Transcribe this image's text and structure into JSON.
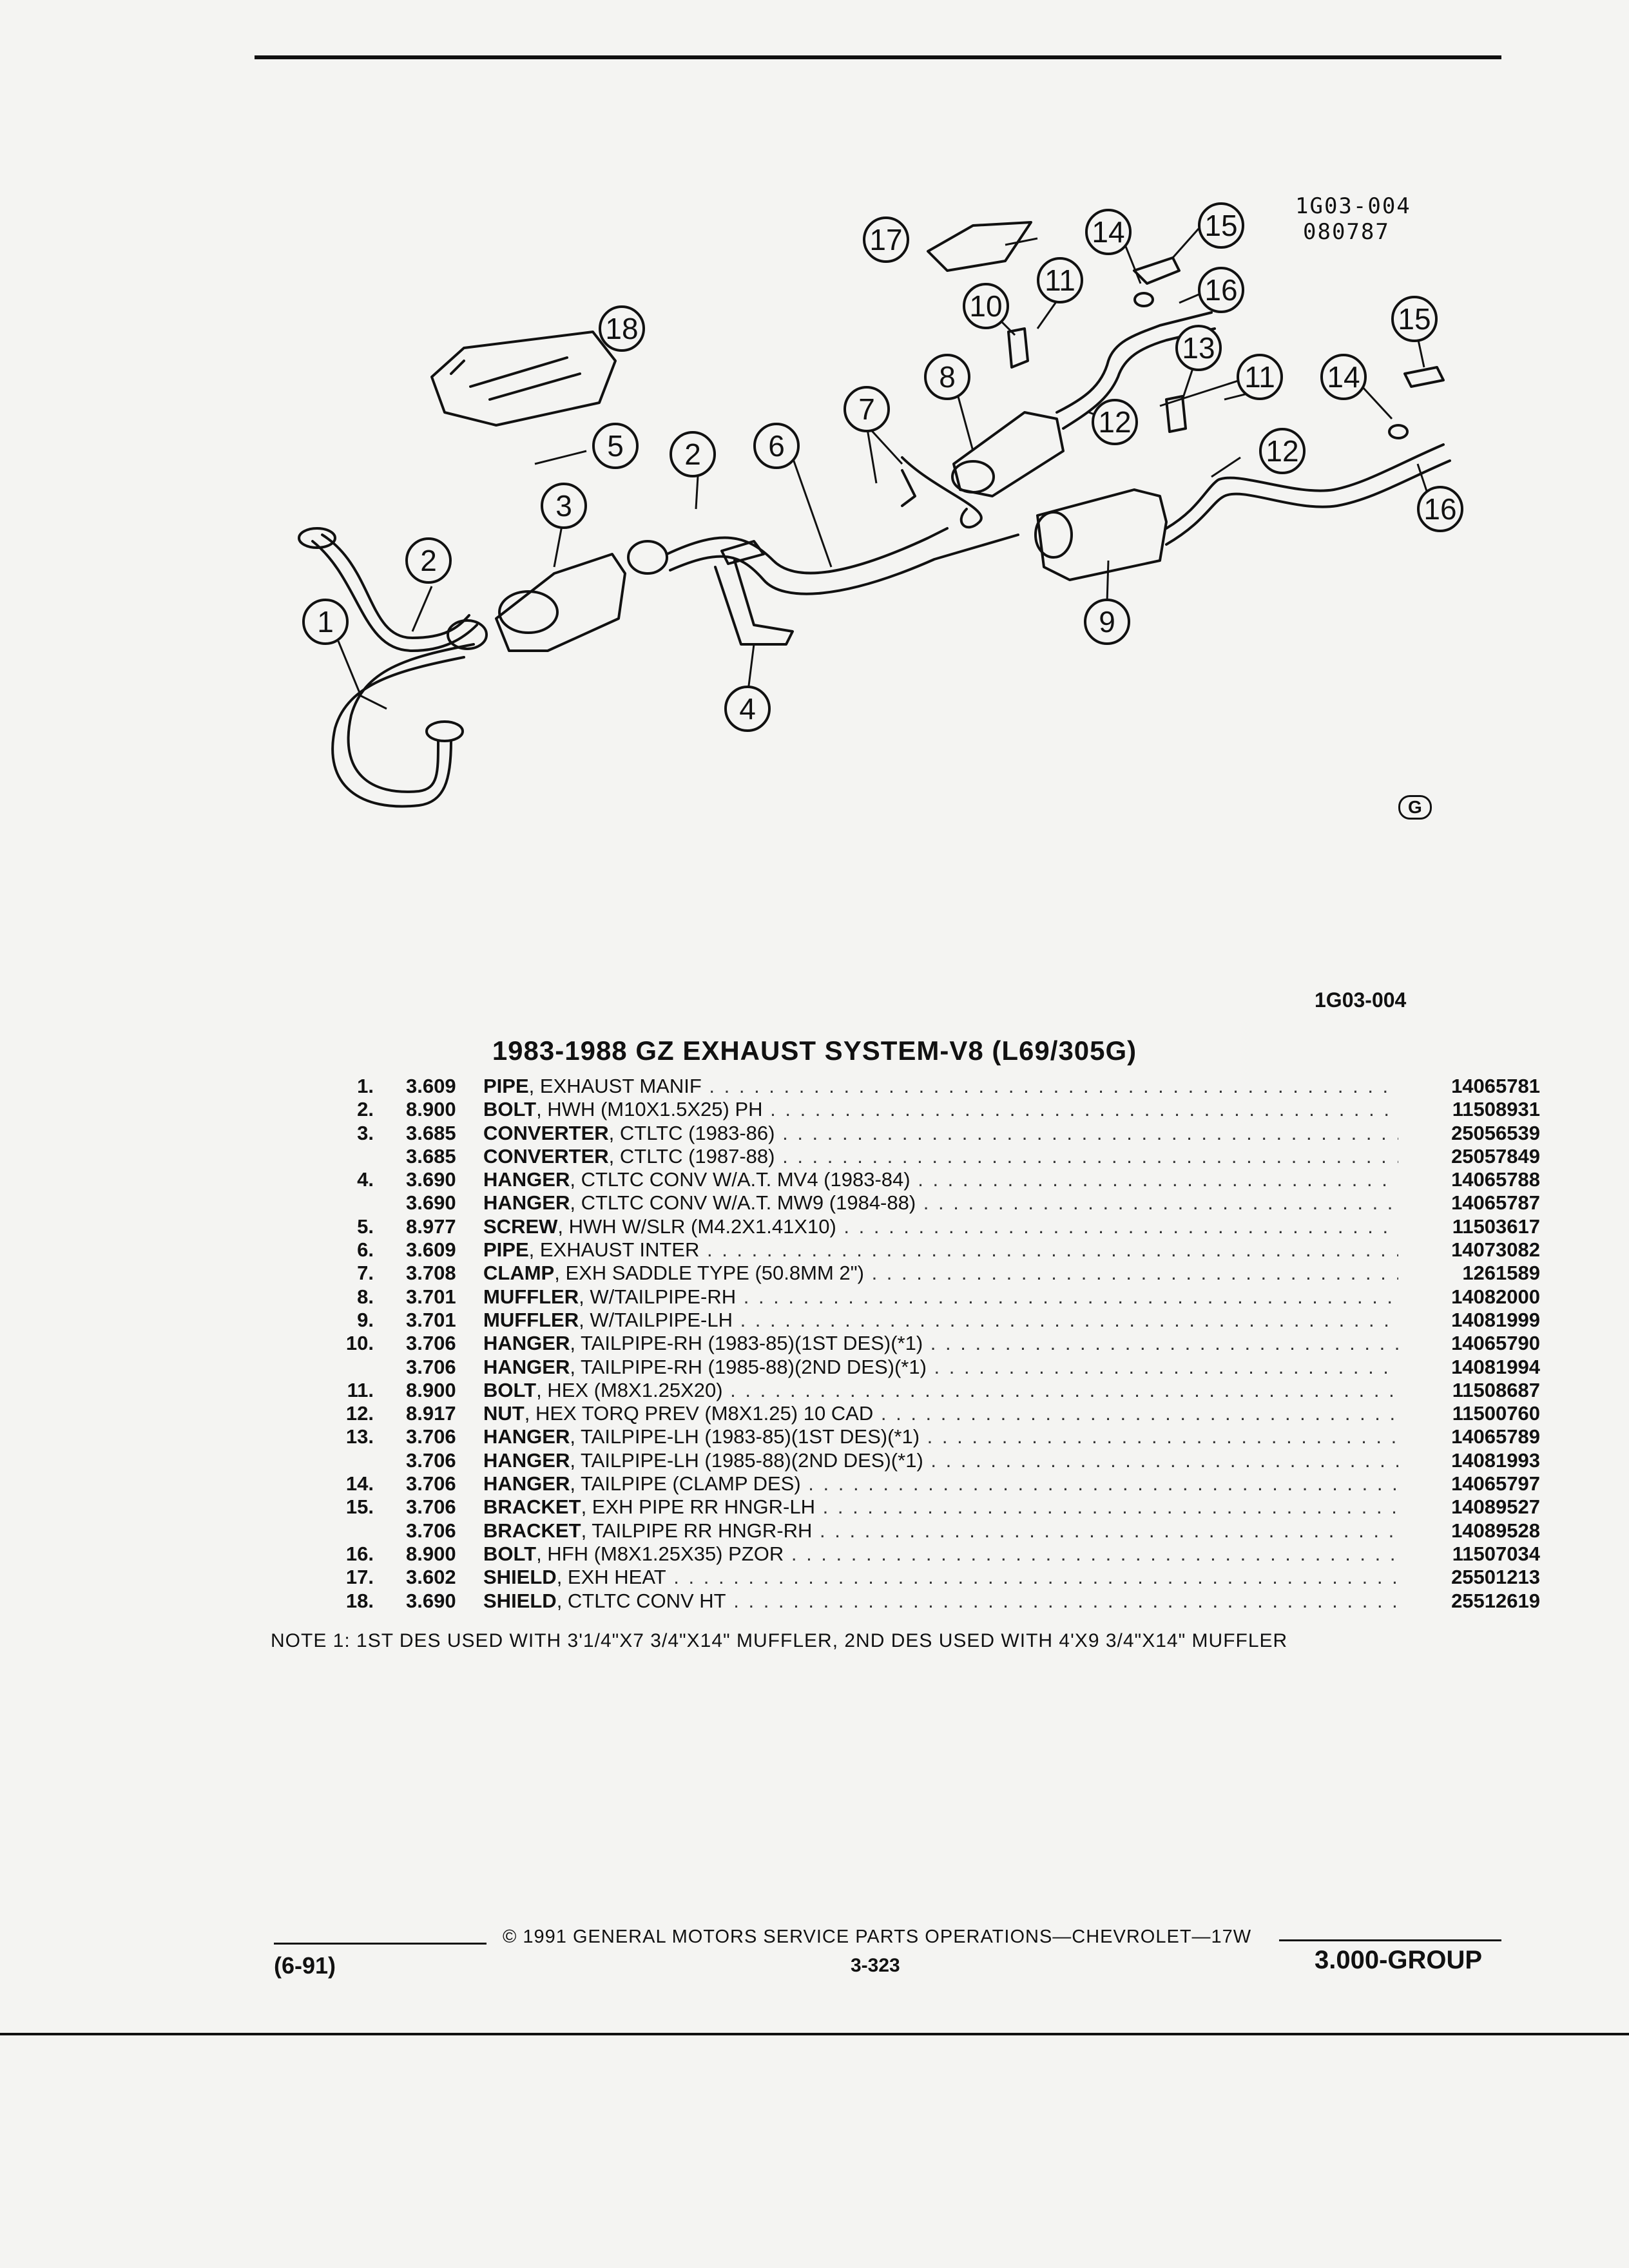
{
  "diagram": {
    "code_top": [
      "1G03-004",
      "080787"
    ],
    "code_mid": "1G03-004",
    "logo_text": "G",
    "callouts": [
      "1",
      "2",
      "2",
      "3",
      "4",
      "5",
      "6",
      "7",
      "8",
      "9",
      "10",
      "11",
      "11",
      "12",
      "12",
      "13",
      "14",
      "14",
      "15",
      "15",
      "16",
      "16",
      "17",
      "18"
    ]
  },
  "title": "1983-1988 GZ EXHAUST SYSTEM-V8 (L69/305G)",
  "parts": [
    {
      "num": "1.",
      "code": "3.609",
      "name": "PIPE",
      "desc": ", EXHAUST MANIF",
      "pn": "14065781"
    },
    {
      "num": "2.",
      "code": "8.900",
      "name": "BOLT",
      "desc": ", HWH (M10X1.5X25) PH",
      "pn": "11508931"
    },
    {
      "num": "3.",
      "code": "3.685",
      "name": "CONVERTER",
      "desc": ", CTLTC (1983-86)",
      "pn": "25056539"
    },
    {
      "num": "",
      "code": "3.685",
      "name": "CONVERTER",
      "desc": ", CTLTC (1987-88)",
      "pn": "25057849"
    },
    {
      "num": "4.",
      "code": "3.690",
      "name": "HANGER",
      "desc": ", CTLTC CONV W/A.T. MV4 (1983-84)",
      "pn": "14065788"
    },
    {
      "num": "",
      "code": "3.690",
      "name": "HANGER",
      "desc": ", CTLTC CONV W/A.T. MW9 (1984-88)",
      "pn": "14065787"
    },
    {
      "num": "5.",
      "code": "8.977",
      "name": "SCREW",
      "desc": ", HWH W/SLR (M4.2X1.41X10)",
      "pn": "11503617"
    },
    {
      "num": "6.",
      "code": "3.609",
      "name": "PIPE",
      "desc": ", EXHAUST INTER",
      "pn": "14073082"
    },
    {
      "num": "7.",
      "code": "3.708",
      "name": "CLAMP",
      "desc": ", EXH SADDLE TYPE (50.8MM 2\")",
      "pn": "1261589"
    },
    {
      "num": "8.",
      "code": "3.701",
      "name": "MUFFLER",
      "desc": ", W/TAILPIPE-RH",
      "pn": "14082000"
    },
    {
      "num": "9.",
      "code": "3.701",
      "name": "MUFFLER",
      "desc": ", W/TAILPIPE-LH",
      "pn": "14081999"
    },
    {
      "num": "10.",
      "code": "3.706",
      "name": "HANGER",
      "desc": ", TAILPIPE-RH (1983-85)(1ST DES)(*1)",
      "pn": "14065790"
    },
    {
      "num": "",
      "code": "3.706",
      "name": "HANGER",
      "desc": ", TAILPIPE-RH (1985-88)(2ND DES)(*1)",
      "pn": "14081994"
    },
    {
      "num": "11.",
      "code": "8.900",
      "name": "BOLT",
      "desc": ", HEX (M8X1.25X20)",
      "pn": "11508687"
    },
    {
      "num": "12.",
      "code": "8.917",
      "name": "NUT",
      "desc": ", HEX TORQ PREV (M8X1.25) 10 CAD",
      "pn": "11500760"
    },
    {
      "num": "13.",
      "code": "3.706",
      "name": "HANGER",
      "desc": ", TAILPIPE-LH (1983-85)(1ST DES)(*1)",
      "pn": "14065789"
    },
    {
      "num": "",
      "code": "3.706",
      "name": "HANGER",
      "desc": ", TAILPIPE-LH (1985-88)(2ND DES)(*1)",
      "pn": "14081993"
    },
    {
      "num": "14.",
      "code": "3.706",
      "name": "HANGER",
      "desc": ", TAILPIPE (CLAMP DES)",
      "pn": "14065797"
    },
    {
      "num": "15.",
      "code": "3.706",
      "name": "BRACKET",
      "desc": ", EXH PIPE RR HNGR-LH",
      "pn": "14089527"
    },
    {
      "num": "",
      "code": "3.706",
      "name": "BRACKET",
      "desc": ", TAILPIPE RR HNGR-RH",
      "pn": "14089528"
    },
    {
      "num": "16.",
      "code": "8.900",
      "name": "BOLT",
      "desc": ", HFH (M8X1.25X35) PZOR",
      "pn": "11507034"
    },
    {
      "num": "17.",
      "code": "3.602",
      "name": "SHIELD",
      "desc": ", EXH HEAT",
      "pn": "25501213"
    },
    {
      "num": "18.",
      "code": "3.690",
      "name": "SHIELD",
      "desc": ", CTLTC CONV HT",
      "pn": "25512619"
    }
  ],
  "note": "NOTE  1:  1ST DES USED WITH 3'1/4\"X7 3/4\"X14\" MUFFLER, 2ND DES USED WITH 4'X9 3/4\"X14\" MUFFLER",
  "footer": {
    "date": "(6-91)",
    "copyright": "© 1991  GENERAL MOTORS SERVICE PARTS OPERATIONS—CHEVROLET—17W",
    "page": "3-323",
    "group": "3.000-GROUP"
  }
}
